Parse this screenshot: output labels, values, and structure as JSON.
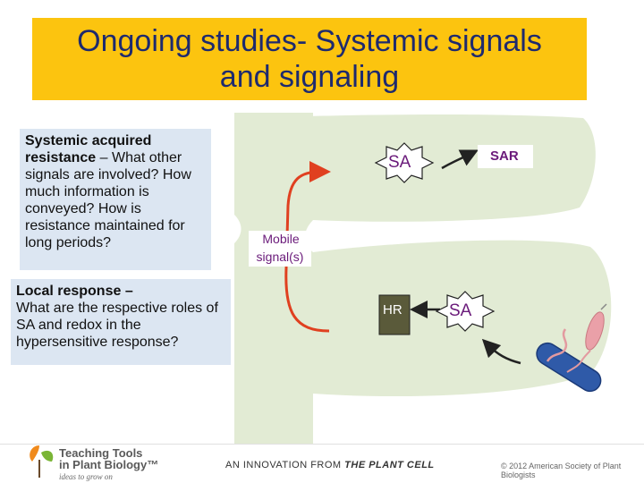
{
  "title": {
    "line1": "Ongoing studies- Systemic signals",
    "line2": "and signaling"
  },
  "question1": {
    "bold": "Systemic acquired resistance",
    "rest": " – What other signals are involved? How much information is conveyed? How is resistance maintained for long periods?"
  },
  "question2": {
    "bold": "Local response –",
    "rest": "What are the respective roles of SA and redox in the hypersensitive response?"
  },
  "diagram": {
    "sa_top": "SA",
    "sar": "SAR",
    "mobile_signal_line1": "Mobile",
    "mobile_signal_line2": "signal(s)",
    "hr": "HR",
    "sa_bottom": "SA"
  },
  "footer": {
    "logo_line1": "Teaching Tools",
    "logo_line2": "in Plant Biology™",
    "tagline": "ideas to grow on",
    "innovation_prefix": "AN INNOVATION FROM ",
    "innovation_bold": "THE PLANT CELL",
    "copyright": "© 2012 American Society of Plant Biologists"
  },
  "colors": {
    "title_bg": "#fcc40f",
    "title_text": "#1e2a6e",
    "leaf": "#e2ebd4",
    "arrow_red": "#e04020",
    "label_purple": "#6a1a7a",
    "hr_box": "#5a5a3a",
    "bacterium": "#2f5aa8",
    "flagellum": "#e39aa0"
  }
}
